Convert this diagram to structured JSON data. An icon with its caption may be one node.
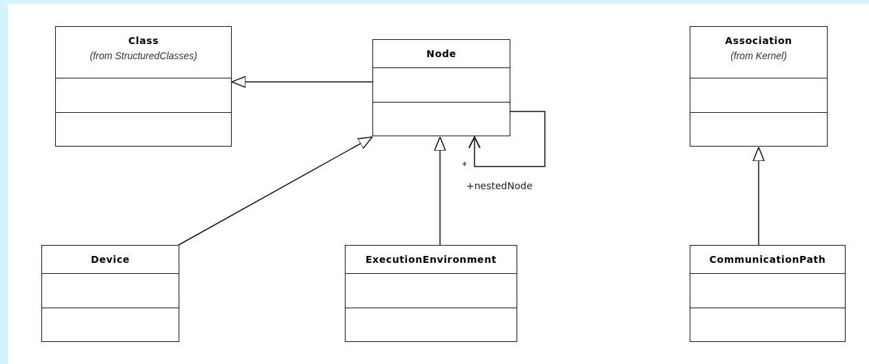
{
  "diagram": {
    "nodes": [
      {
        "text": [
          "Class",
          "(from StructuredClasses)"
        ]
      },
      {
        "text": [
          "Node"
        ]
      },
      {
        "text": [
          "Association",
          "(from Kernel)"
        ]
      },
      {
        "text": [
          "Device"
        ]
      },
      {
        "text": [
          "ExecutionEnvironment"
        ]
      },
      {
        "text": [
          "CommunicationPath"
        ]
      }
    ],
    "edges": [
      {
        "from": 1,
        "to": 0,
        "arrow": "to"
      },
      {
        "from": 3,
        "to": 1,
        "arrow": "to"
      },
      {
        "from": 4,
        "to": 1,
        "arrow": "to"
      },
      {
        "from": 1,
        "to": 1,
        "arrow": "to",
        "label": "+nestedNode"
      },
      {
        "from": 5,
        "to": 2,
        "arrow": "to"
      }
    ],
    "labels": [
      "*"
    ]
  }
}
